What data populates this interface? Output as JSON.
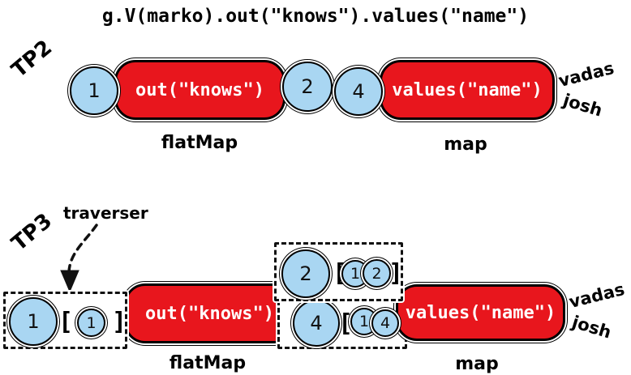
{
  "title": "g.V(marko).out(\"knows\").values(\"name\")",
  "colors": {
    "step_red": "#e8161d",
    "traverser_blue": "#a9d6f2"
  },
  "tp2": {
    "section_label": "TP2",
    "input_id": "1",
    "flatmap_step": "out(\"knows\")",
    "flatmap_caption": "flatMap",
    "result_ids": [
      "2",
      "4"
    ],
    "map_step": "values(\"name\")",
    "map_caption": "map",
    "output_top": "vadas",
    "output_bottom": "josh"
  },
  "tp3": {
    "section_label": "TP3",
    "traverser_callout": "traverser",
    "input_traverser": {
      "id": "1",
      "open": "[",
      "path": [
        "1"
      ],
      "close": "]"
    },
    "flatmap_step": "out(\"knows\")",
    "flatmap_caption": "flatMap",
    "traverser_2": {
      "id": "2",
      "open": "[",
      "path": [
        "1",
        "2"
      ],
      "close": "]"
    },
    "traverser_4": {
      "id": "4",
      "open": "[",
      "path": [
        "1",
        "4"
      ],
      "close": "]"
    },
    "map_step": "values(\"name\")",
    "map_caption": "map",
    "output_top": "vadas",
    "output_bottom": "josh"
  }
}
